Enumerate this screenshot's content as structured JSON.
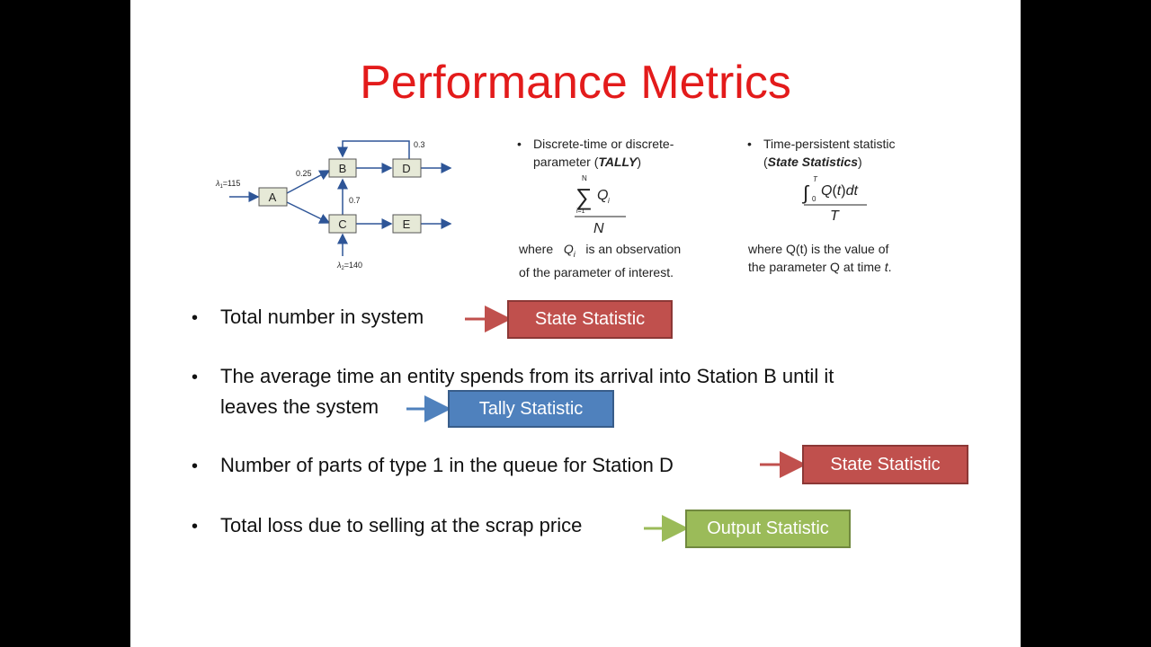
{
  "title": "Performance Metrics",
  "diagram": {
    "nodes": [
      "A",
      "B",
      "C",
      "D",
      "E"
    ],
    "lambda1": "=115",
    "lambda2": "=140",
    "prob_ab": "0.25",
    "prob_cb": "0.7",
    "prob_db": "0.3"
  },
  "tally": {
    "line1": "Discrete-time or discrete-",
    "line2_pre": "parameter (",
    "line2_em": "TALLY",
    "line2_post": ")",
    "where_pre": "where",
    "where_post": "is an observation",
    "where_line2": "of the parameter of interest."
  },
  "state": {
    "line1": "Time-persistent statistic",
    "line2_pre": "(",
    "line2_em": "State Statistics",
    "line2_post": ")",
    "where_line1": "where Q(t) is the value of",
    "where_line2_pre": "the parameter Q at time",
    "where_line2_t": "t",
    "where_line2_post": "."
  },
  "bullets": [
    {
      "text": "Total number in system",
      "label": "State Statistic",
      "kind": "state"
    },
    {
      "line1": "The average time an entity spends from its arrival into Station B until it",
      "line2": "leaves the system",
      "label": "Tally Statistic",
      "kind": "tally"
    },
    {
      "text": "Number of parts of type 1 in the queue for Station D",
      "label": "State Statistic",
      "kind": "state"
    },
    {
      "text": "Total loss due to selling at the scrap price",
      "label": "Output Statistic",
      "kind": "output"
    }
  ],
  "colors": {
    "title": "#e31b1b",
    "state": "#c0504d",
    "tally": "#4f81bd",
    "output": "#9bbb59",
    "diagram_arrow": "#2e5597"
  },
  "icons": {
    "bullet": "•"
  }
}
